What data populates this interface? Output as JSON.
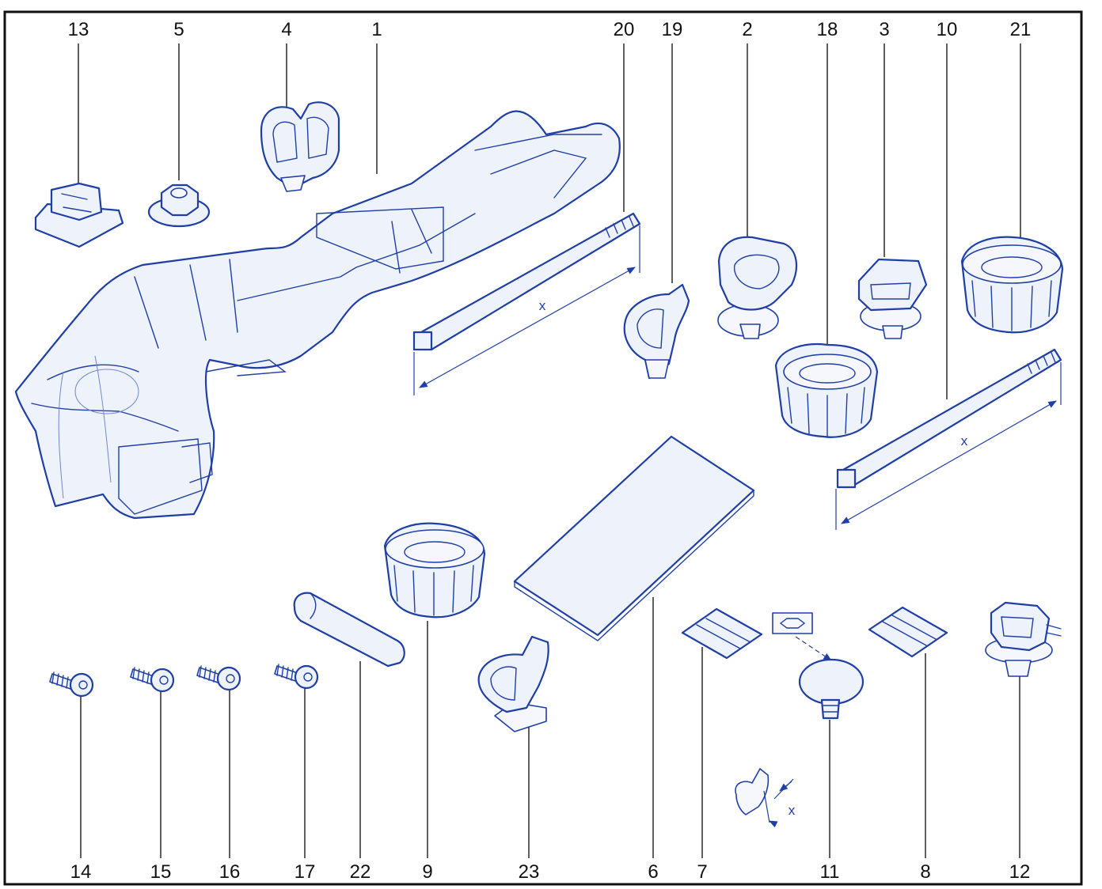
{
  "colors": {
    "line_art": "#1f3fa6",
    "fill": "#eef2fb",
    "labels": "#111111"
  },
  "labels": {
    "l13": "13",
    "l5": "5",
    "l4": "4",
    "l1": "1",
    "l20": "20",
    "l19": "19",
    "l2": "2",
    "l18": "18",
    "l3": "3",
    "l10": "10",
    "l21": "21",
    "l14": "14",
    "l15": "15",
    "l16": "16",
    "l17": "17",
    "l22": "22",
    "l9": "9",
    "l23": "23",
    "l6": "6",
    "l7": "7",
    "l11": "11",
    "l8": "8",
    "l12": "12"
  },
  "dimension_marks": {
    "tie20": "x",
    "tie10": "x",
    "detail11": "x"
  }
}
